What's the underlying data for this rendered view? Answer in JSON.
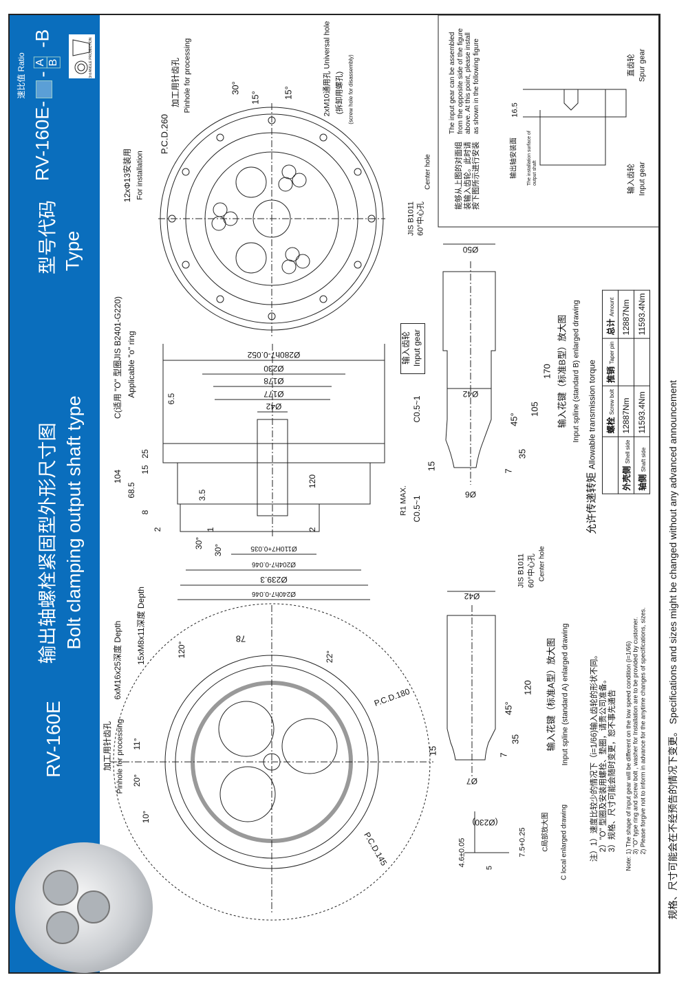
{
  "header": {
    "model": "RV-160E",
    "title_cn": "输出轴螺栓紧固型外形尺寸图",
    "title_en": "Bolt clamping output shaft type",
    "type_cn": "型号代码",
    "type_en": "Type",
    "code_prefix": "RV-160E-",
    "code_mid": "-",
    "code_a": "A",
    "code_b": "B",
    "code_suffix": "-B",
    "ratio_label": "速比值 Ratio",
    "projection_label": "3rd ANGLE PROJECTION"
  },
  "top_view": {
    "pinhole_cn": "加工用针齿孔",
    "pinhole_en": "Pinhole for processing",
    "angle_30": "30°",
    "angle_15a": "15°",
    "angle_15b": "15°",
    "pcd": "P.C.D.260",
    "install_cn": "12xΦ13安装用",
    "install_en": "For installation",
    "universal_cn": "2xM10通用孔 Universal hole",
    "universal_cn2": "(拆卸用螺孔)",
    "universal_en": "(screw hole for disassembly)"
  },
  "section": {
    "oring_cn": "C(适用 \"O\" 型圈JIS B2401-G220)",
    "oring_en": "Applicable \"o\" ring",
    "d280": "Ø280h7-0.052",
    "d230": "Ø230",
    "d178": "Ø178",
    "d177": "Ø177",
    "d42": "Ø42",
    "d110": "Ø110H7+0.035",
    "d204": "Ø204h7-0.046",
    "d239": "Ø239.3",
    "d240": "Ø240h7-0.046",
    "l104": "104",
    "l68": "68.5",
    "l8": "8",
    "l2a": "2",
    "l25": "25",
    "l15": "15",
    "l65": "6.5",
    "l35": "3.5",
    "l1": "1",
    "l120": "120",
    "l2b": "2",
    "a30a": "30°",
    "a30b": "30°",
    "input_gear_cn": "输入齿轮",
    "input_gear_en": "Input gear",
    "c05a": "C0.5~1",
    "c05b": "C0.5~1",
    "r1": "R1 MAX."
  },
  "shaft_b": {
    "jis": "JIS B1011",
    "center_cn": "60°中心孔",
    "center_en": "Center hole",
    "d50": "Ø50",
    "d42": "Ø42",
    "d6": "Ø6",
    "l170": "170",
    "l105": "105",
    "l35": "35",
    "l15": "15",
    "l7": "7",
    "a45": "45°",
    "caption_cn": "输入花键（标准B型）放大图",
    "caption_en": "Input spline (standard B) enlarged drawing"
  },
  "shaft_a": {
    "jis": "JIS B1011",
    "center_cn": "60°中心孔",
    "center_en": "Center hole",
    "d42": "Ø42",
    "d7": "Ø7",
    "l120": "120",
    "l35": "35",
    "l15": "15",
    "l7": "7",
    "a45": "45°",
    "caption_cn": "输入花键（标准A型）放大图",
    "caption_en": "Input spline (standard A) enlarged drawing"
  },
  "bottom_view": {
    "bolt_cn": "6xM16x25深度 Depth",
    "tap_cn": "15xM8x11深度 Depth",
    "pinhole_cn": "加工用针齿孔",
    "pinhole_en": "Pinhole for processing",
    "a120": "120°",
    "a22": "22°",
    "a11": "11°",
    "a20": "20°",
    "a10": "10°",
    "l78": "78",
    "pcd180": "P.C.D.180",
    "pcd145": "P.C.D.145"
  },
  "c_detail": {
    "d230": "(Ø230)",
    "l75": "7.5+0.25",
    "l46": "4.6±0.05",
    "l5": "5",
    "caption_cn": "C局部放大图",
    "caption_en": "C local enlarged drawing"
  },
  "install_box": {
    "text_en": "The input gear can be assembled from the opposite side of the figure above. At this point, please install as shown in the following figure",
    "text_cn": "能够从上图的对面组装输入齿轮。此时请按下图所示进行安装",
    "l165": "16.5",
    "surface_cn": "输出轴安装面",
    "surface_en": "The installation surface of output shaft",
    "spur_cn": "直齿轮",
    "spur_en": "Spur gear",
    "input_cn": "输入齿轮",
    "input_en": "Input gear"
  },
  "torque": {
    "title_cn": "允许传递转矩",
    "title_en": "Allowable transmission torque",
    "headers": [
      {
        "cn": "",
        "en": ""
      },
      {
        "cn": "螺栓",
        "en": "Screw bolt"
      },
      {
        "cn": "推销",
        "en": "Taper pin"
      },
      {
        "cn": "总计",
        "en": "Amount"
      }
    ],
    "rows": [
      {
        "cn": "外壳侧",
        "en": "Shell side",
        "bolt": "12887Nm",
        "pin": "",
        "total": "12887Nm"
      },
      {
        "cn": "轴侧",
        "en": "Shaft side",
        "bolt": "11593.4Nm",
        "pin": "",
        "total": "11593.4Nm"
      }
    ]
  },
  "notes": {
    "cn": [
      "注）1）速度比较少的情况下（i=1/66)输入齿轮的形状不同。",
      "2）\"O\" 型圈及安装用螺栓、垫圈，请贵公司准备。",
      "3）规格、尺寸可能会随时变更，恕不事先通告"
    ],
    "en": [
      "Note: 1) The shape of input gear will be different on the low speed condition (i=1/66)",
      "3) \"O\" type ring and screw bolt , washer for Installation are to be provided by customer.",
      "2) Please forgive not to inform in advance for the anytime changes of specifications, sizes."
    ]
  },
  "footer": "规格、尺寸可能会在不经预告的情况下变更。 Specifications and sizes might be changed without any advanced announcement",
  "colors": {
    "brand": "#0a6ebd"
  }
}
